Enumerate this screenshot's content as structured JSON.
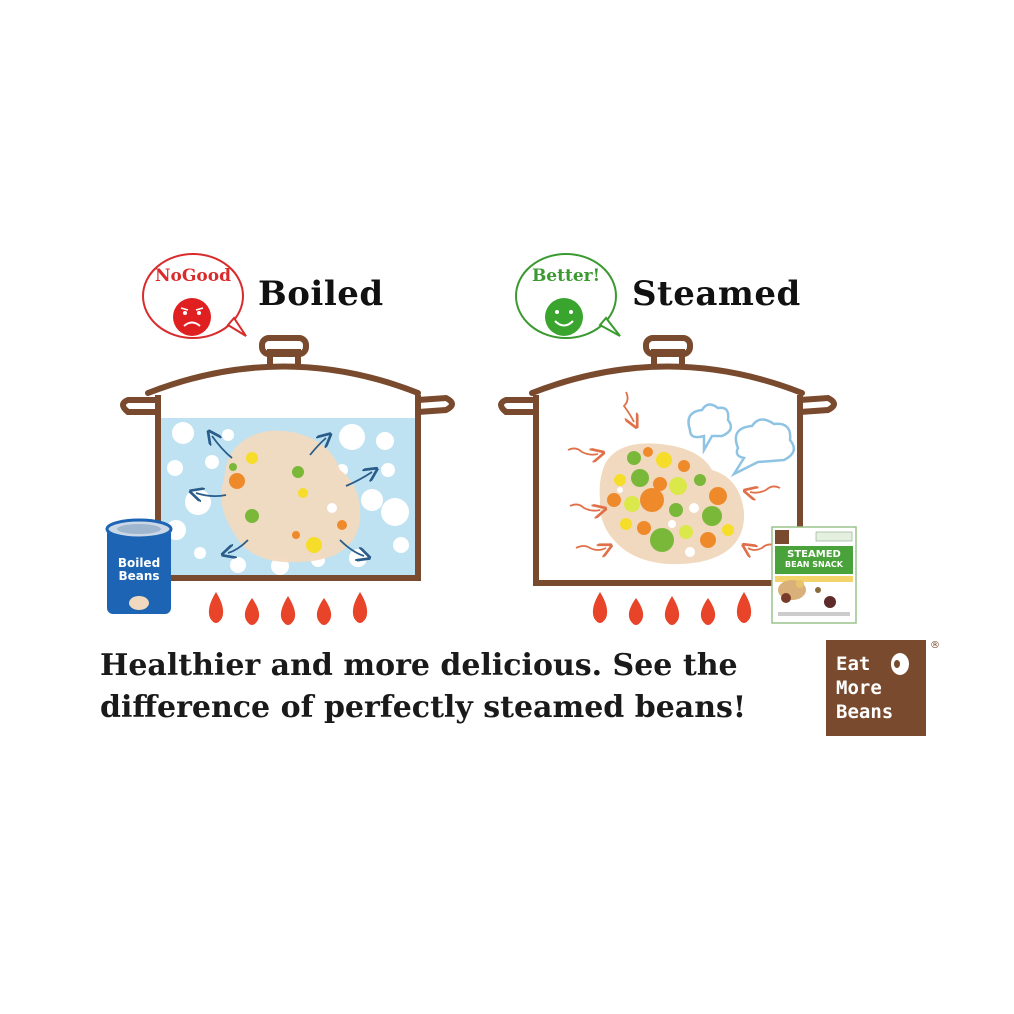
{
  "left_panel": {
    "badge": "NoGood",
    "heading": "Boiled",
    "can_label_line1": "Boiled",
    "can_label_line2": "Beans",
    "badge_color": "#d92b2b"
  },
  "right_panel": {
    "badge": "Better!",
    "heading": "Steamed",
    "package_line1": "STEAMED",
    "package_line2": "BEAN SNACK",
    "badge_color": "#3a9a2f"
  },
  "tagline": {
    "line1": "Healthier and more delicious. See the",
    "line2": "difference of perfectly steamed beans!"
  },
  "logo": {
    "line1": "Eat",
    "line2": "More",
    "line3": "Beans",
    "registered": "®",
    "color": "#7a4a2e"
  },
  "colors": {
    "pot_outline": "#7a4a2e",
    "water": "#bfe2f2",
    "flame": "#e8442a",
    "bean": "#f1d9bf"
  }
}
